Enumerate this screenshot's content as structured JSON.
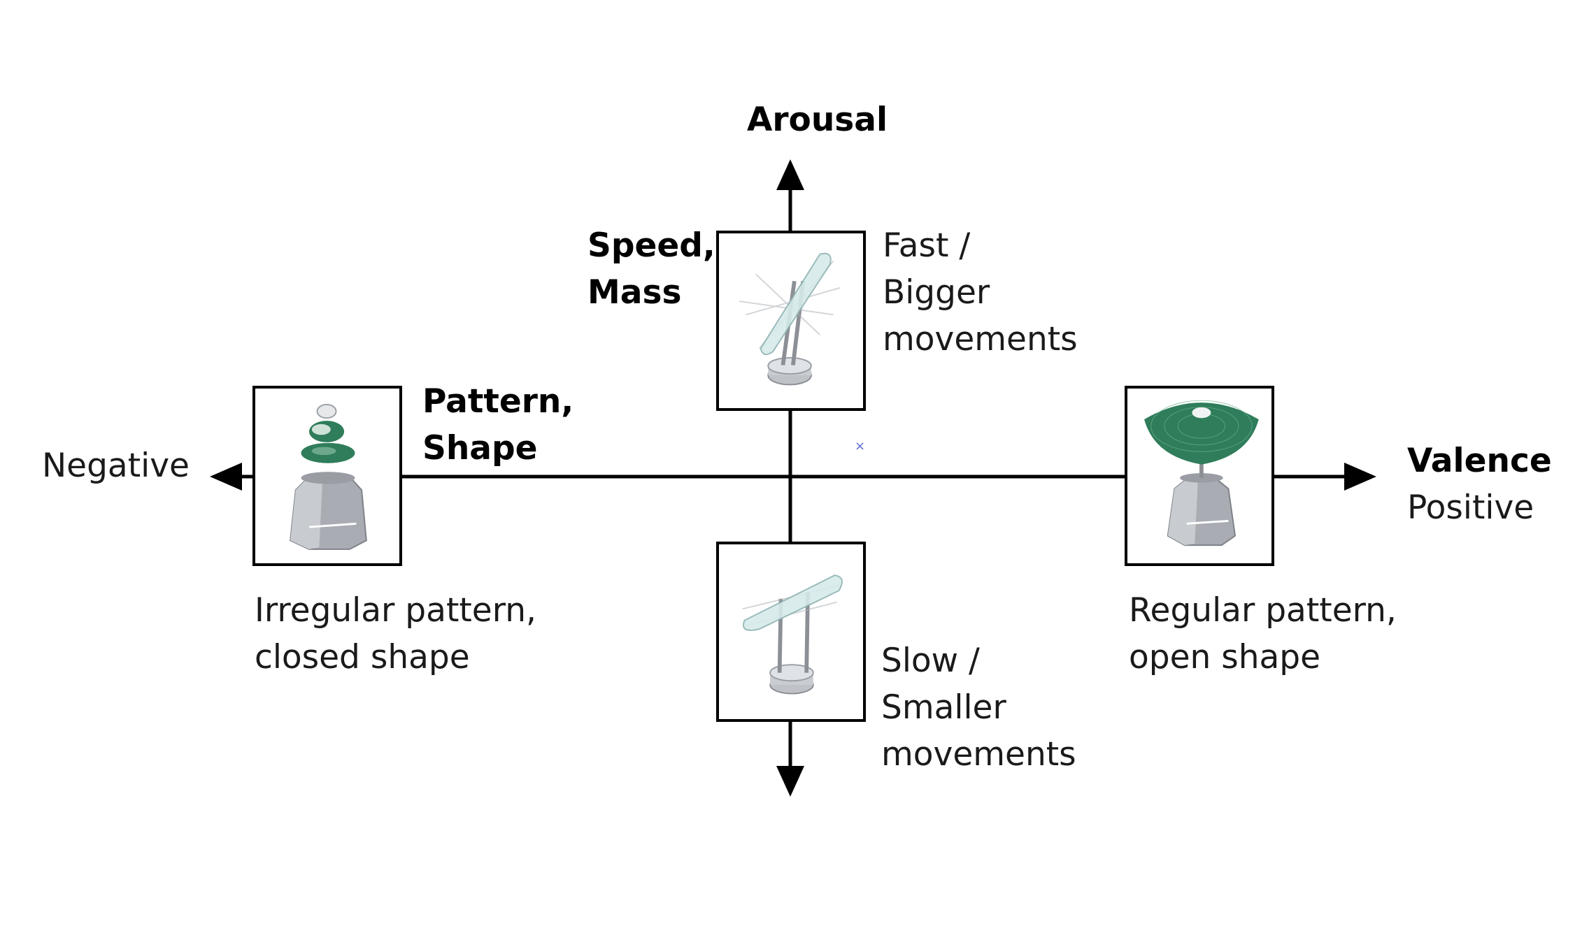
{
  "axes": {
    "vertical": {
      "title": "Arousal",
      "factor": [
        "Speed,",
        "Mass"
      ],
      "high": [
        "Fast /",
        "Bigger",
        "movements"
      ],
      "low": [
        "Slow /",
        "Smaller",
        "movements"
      ]
    },
    "horizontal": {
      "title": "Valence",
      "positive": "Positive",
      "negative": "Negative",
      "factor": [
        "Pattern,",
        "Shape"
      ],
      "negative_desc": [
        "Irregular pattern,",
        "closed shape"
      ],
      "positive_desc": [
        "Regular pattern,",
        "open shape"
      ]
    }
  },
  "icons": {
    "top": "fast-rotating-blade-object-icon",
    "bottom": "slow-rotating-blade-object-icon",
    "left": "closed-irregular-shape-object-icon",
    "right": "open-regular-dish-object-icon"
  },
  "colors": {
    "line": "#000000",
    "green": "#2f7d5a",
    "grey": "#a9adb3",
    "glass": "#d6eaea"
  },
  "marker": "×"
}
